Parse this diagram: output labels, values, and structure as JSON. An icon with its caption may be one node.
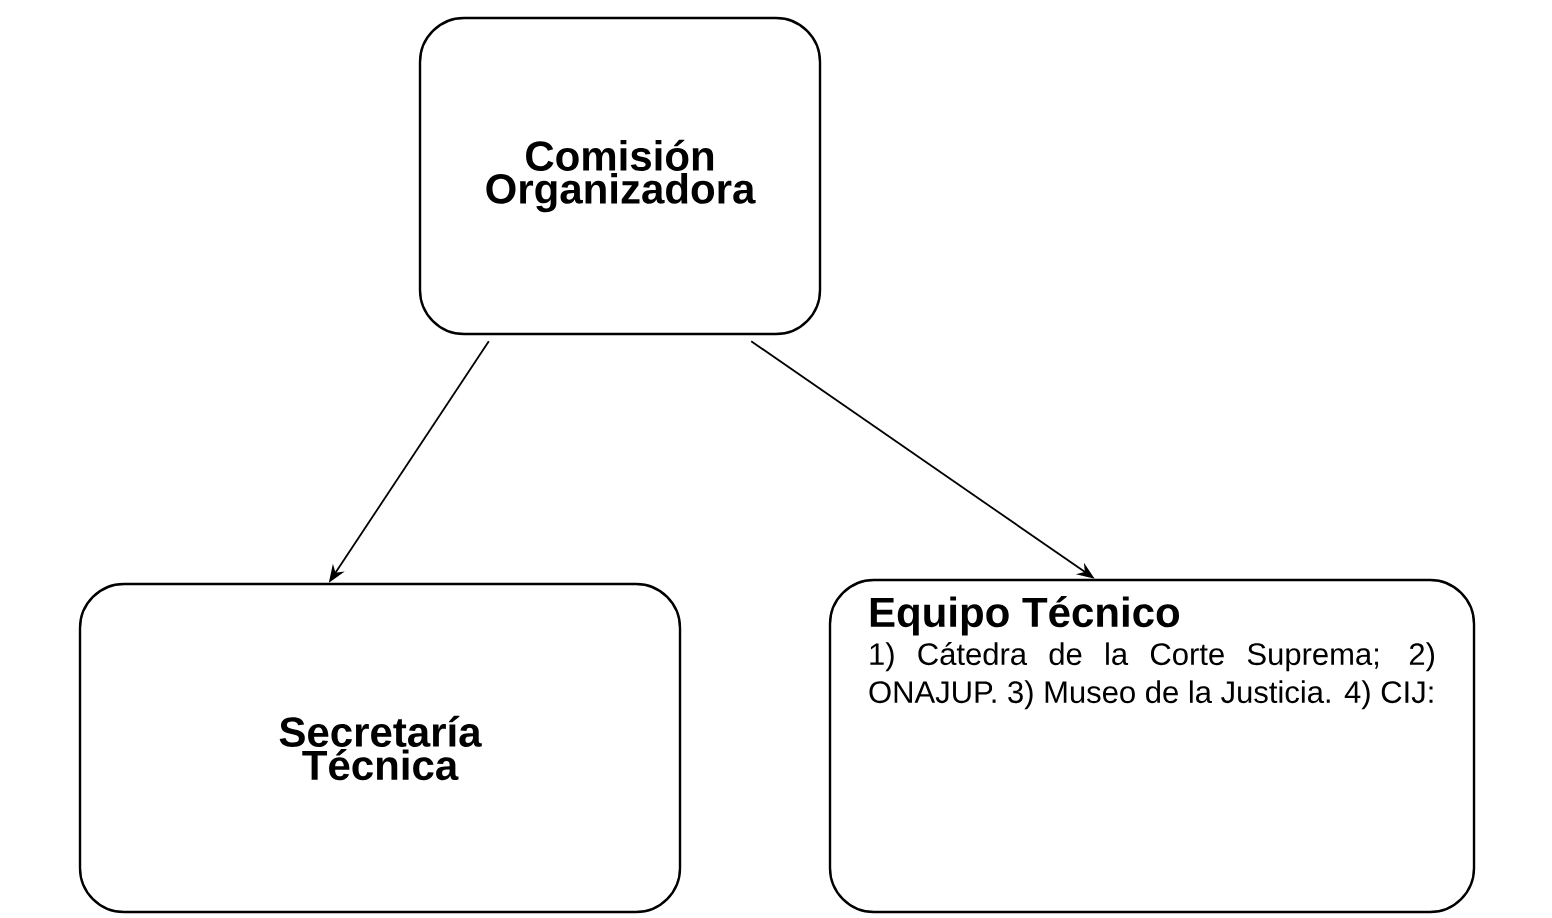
{
  "diagram": {
    "nodes": [
      {
        "text": [
          "Comisión Organizadora"
        ]
      },
      {
        "text": [
          "Secretaría Técnica"
        ]
      },
      {
        "text": [
          "Equipo Técnico",
          "1) Cátedra de la Corte Suprema; 2) ONAJUP. 3) Museo de la Justicia. 4) CIJ:"
        ]
      }
    ],
    "edges": [
      {
        "from": 0,
        "to": 1,
        "arrow": "to"
      },
      {
        "from": 0,
        "to": 2,
        "arrow": "to"
      }
    ]
  }
}
